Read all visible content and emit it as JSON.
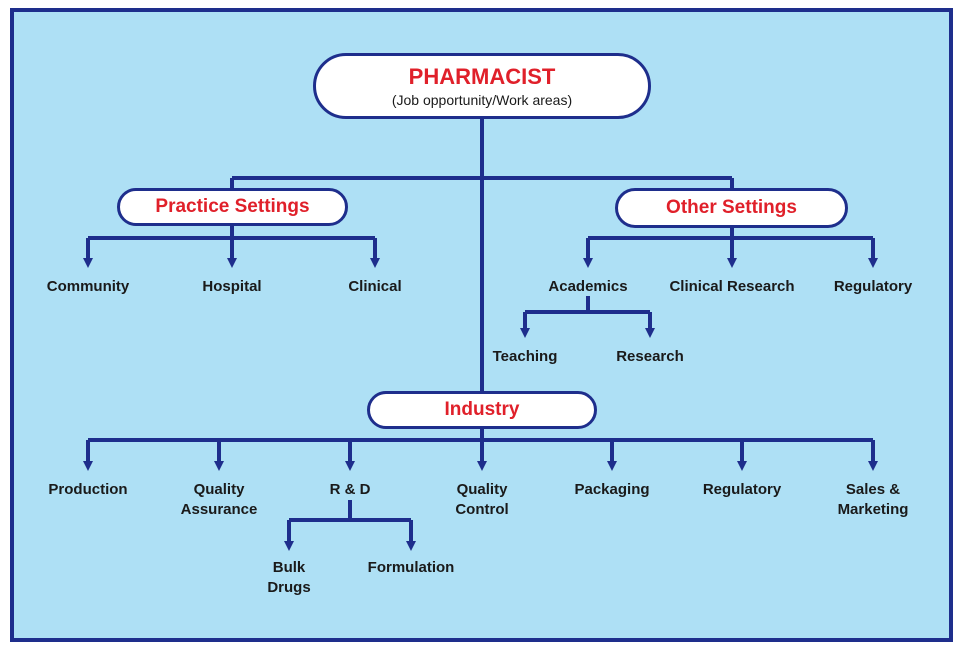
{
  "colors": {
    "frame": "#1e2e8c",
    "background": "#aee0f5",
    "title_red": "#e0202a",
    "line": "#1e2e8c"
  },
  "root": {
    "title": "PHARMACIST",
    "subtitle": "(Job opportunity/Work areas)"
  },
  "practice": {
    "title": "Practice Settings",
    "community": "Community",
    "hospital": "Hospital",
    "clinical": "Clinical"
  },
  "other": {
    "title": "Other Settings",
    "academics": "Academics",
    "clinical_research": "Clinical Research",
    "regulatory": "Regulatory",
    "teaching": "Teaching",
    "research": "Research"
  },
  "industry": {
    "title": "Industry",
    "production": "Production",
    "qa_1": "Quality",
    "qa_2": "Assurance",
    "rd": "R & D",
    "qc_1": "Quality",
    "qc_2": "Control",
    "packaging": "Packaging",
    "regulatory": "Regulatory",
    "sm_1": "Sales &",
    "sm_2": "Marketing",
    "bulk_1": "Bulk",
    "bulk_2": "Drugs",
    "formulation": "Formulation"
  }
}
